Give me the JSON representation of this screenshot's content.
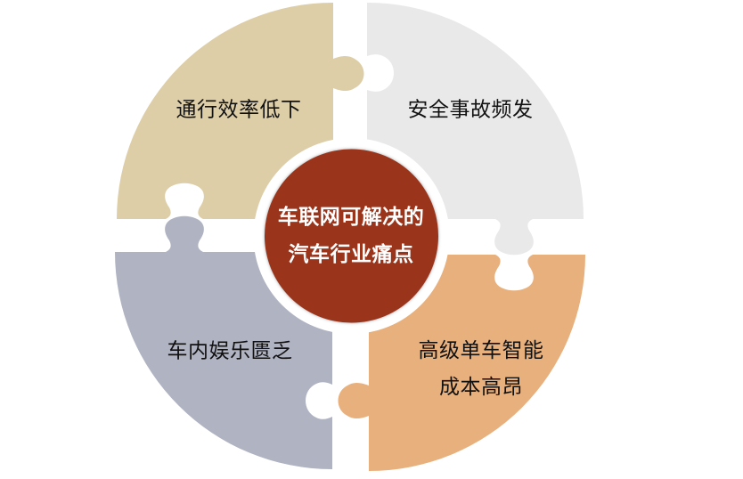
{
  "diagram": {
    "type": "puzzle-wheel",
    "center": {
      "lines": [
        "车联网可解决的",
        "汽车行业痛点"
      ],
      "fill": "#9A341A",
      "ring": "#FFFFFF"
    },
    "pieces": [
      {
        "id": "top-left",
        "lines": [
          "通行效率低下"
        ],
        "fill": "#DDCEA8"
      },
      {
        "id": "top-right",
        "lines": [
          "安全事故频发"
        ],
        "fill": "#E9E9E9"
      },
      {
        "id": "bottom-left",
        "lines": [
          "车内娱乐匮乏"
        ],
        "fill": "#AFB3C2"
      },
      {
        "id": "bottom-right",
        "lines": [
          "高级单车智能",
          "成本高昂"
        ],
        "fill": "#E8B07D"
      }
    ]
  }
}
